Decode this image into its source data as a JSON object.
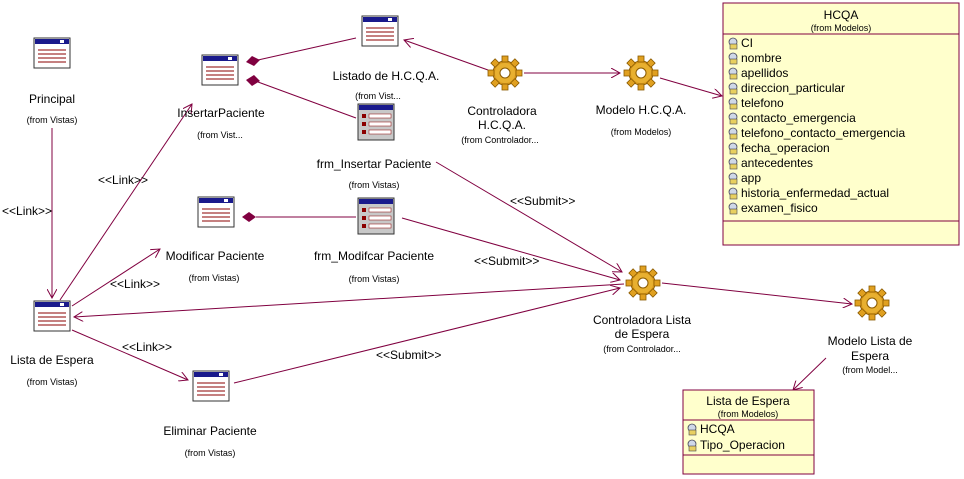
{
  "nodes": {
    "principal": {
      "name": "Principal",
      "from": "(from Vistas)"
    },
    "insertar_paciente": {
      "name": "InsertarPaciente",
      "from": "(from Vist..."
    },
    "listado_hcqa": {
      "name": "Listado de H.C.Q.A.",
      "from": "(from Vist..."
    },
    "frm_insertar_paciente": {
      "name": "frm_Insertar Paciente",
      "from": "(from Vistas)"
    },
    "controladora_hcqa": {
      "name_line1": "Controladora",
      "name_line2": "H.C.Q.A.",
      "from": "(from Controlador..."
    },
    "modelo_hcqa": {
      "name": "Modelo H.C.Q.A.",
      "from": "(from Modelos)"
    },
    "modificar_paciente": {
      "name": "Modificar Paciente",
      "from": "(from Vistas)"
    },
    "frm_modificar_paciente": {
      "name": "frm_Modifcar Paciente",
      "from": "(from Vistas)"
    },
    "lista_espera_view": {
      "name": "Lista de Espera",
      "from": "(from Vistas)"
    },
    "eliminar_paciente": {
      "name": "Eliminar Paciente",
      "from": "(from Vistas)"
    },
    "controladora_lista": {
      "name_line1": "Controladora Lista",
      "name_line2": "de Espera",
      "from": "(from Controlador..."
    },
    "modelo_lista": {
      "name_line1": "Modelo Lista de",
      "name_line2": "Espera",
      "from": "(from Model..."
    }
  },
  "classes": {
    "hcqa": {
      "title": "HCQA",
      "from": "(from Modelos)",
      "attributes": [
        "CI",
        "nombre",
        "apellidos",
        "direccion_particular",
        "telefono",
        "contacto_emergencia",
        "telefono_contacto_emergencia",
        "fecha_operacion",
        "antecedentes",
        "app",
        "historia_enfermedad_actual",
        "examen_fisico"
      ]
    },
    "lista_espera": {
      "title": "Lista de Espera",
      "from": "(from Modelos)",
      "attributes": [
        "HCQA",
        "Tipo_Operacion"
      ]
    }
  },
  "edge_labels": {
    "link_principal": "<<Link>>",
    "link_insertar": "<<Link>>",
    "link_modificar": "<<Link>>",
    "link_eliminar": "<<Link>>",
    "submit_insertar": "<<Submit>>",
    "submit_modificar": "<<Submit>>",
    "submit_eliminar": "<<Submit>>"
  }
}
